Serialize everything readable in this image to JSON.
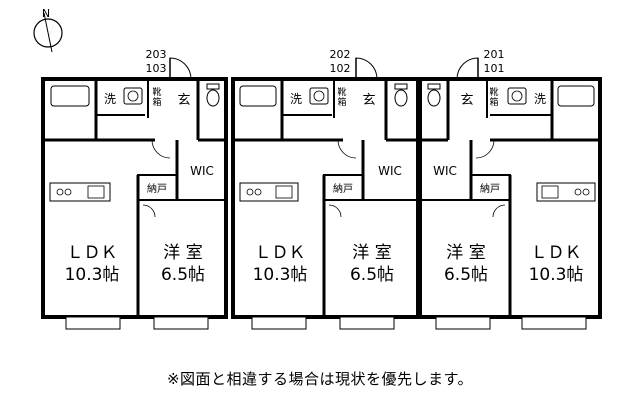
{
  "compass": {
    "north_label": "N"
  },
  "units": [
    {
      "upper_number": "203",
      "lower_number": "103",
      "ldk_label": "ＬＤＫ",
      "ldk_size": "10.3帖",
      "western_label": "洋 室",
      "western_size": "6.5帖",
      "wash_label": "洗",
      "shoe_label": "靴\n箱",
      "entry_label": "玄",
      "closet_label": "納戸",
      "wic_label": "WIC"
    },
    {
      "upper_number": "202",
      "lower_number": "102",
      "ldk_label": "ＬＤＫ",
      "ldk_size": "10.3帖",
      "western_label": "洋 室",
      "western_size": "6.5帖",
      "wash_label": "洗",
      "shoe_label": "靴\n箱",
      "entry_label": "玄",
      "closet_label": "納戸",
      "wic_label": "WIC"
    },
    {
      "upper_number": "201",
      "lower_number": "101",
      "ldk_label": "ＬＤＫ",
      "ldk_size": "10.3帖",
      "western_label": "洋 室",
      "western_size": "6.5帖",
      "wash_label": "洗",
      "shoe_label": "靴\n箱",
      "entry_label": "玄",
      "closet_label": "納戸",
      "wic_label": "WIC"
    }
  ],
  "caption": "※図面と相違する場合は現状を優先します。"
}
